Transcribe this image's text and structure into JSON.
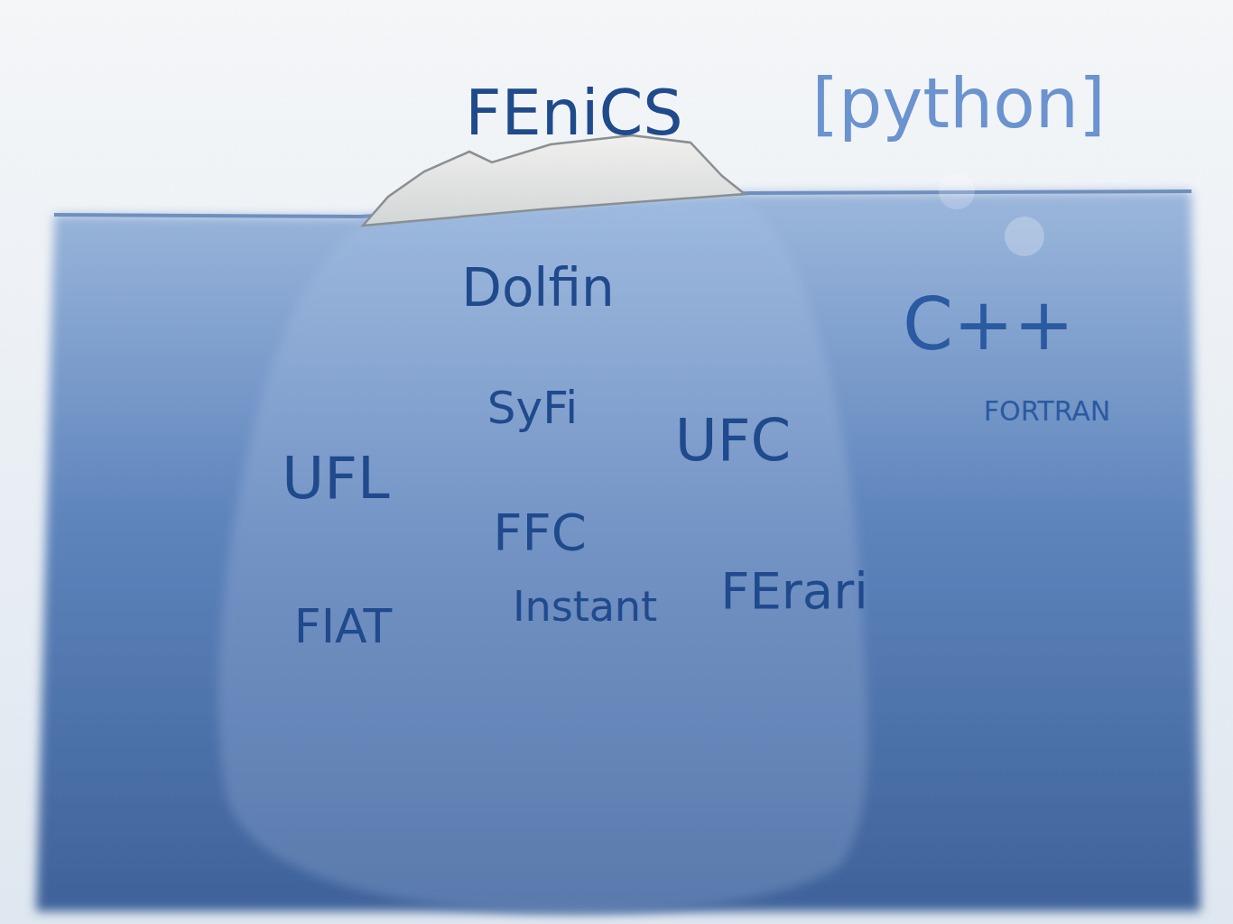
{
  "diagram": {
    "labels": [
      "FEniCS",
      "[python]",
      "Dolfin",
      "C++",
      "SyFi",
      "FORTRAN",
      "UFC",
      "UFL",
      "FFC",
      "FIAT",
      "Instant",
      "FErari"
    ]
  }
}
